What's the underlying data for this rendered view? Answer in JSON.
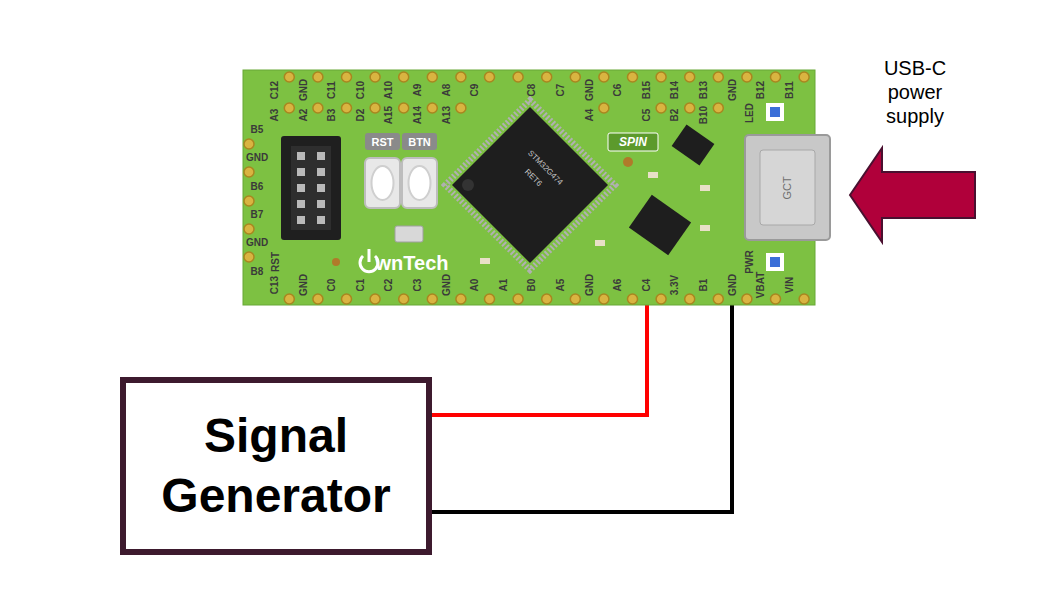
{
  "diagram": {
    "nodes": [
      {
        "text": [
          "Signal Generator"
        ]
      }
    ],
    "labels": [
      "C12",
      "GND",
      "C11",
      "C10",
      "A10",
      "A9",
      "A8",
      "C9",
      "C8",
      "C7",
      "GND",
      "C6",
      "B15",
      "B14",
      "B13",
      "GND",
      "B12",
      "B11",
      "A3",
      "A2",
      "B3",
      "D2",
      "A15",
      "A14",
      "A13",
      "A4",
      "C5",
      "B2",
      "B10",
      "LED",
      "B5",
      "GND",
      "B6",
      "B7",
      "GND",
      "RST",
      "B8",
      "C13",
      "GND",
      "C0",
      "C1",
      "C2",
      "C3",
      "GND",
      "A0",
      "A1",
      "B0",
      "A5",
      "GND",
      "A6",
      "C4",
      "3.3V",
      "B1",
      "GND",
      "VBAT",
      "VIN",
      "PWR",
      "RST",
      "BTN",
      "SPIN",
      "STM32G474",
      "RET6",
      "wnTech",
      "GCT",
      "USB-C power supply"
    ]
  }
}
